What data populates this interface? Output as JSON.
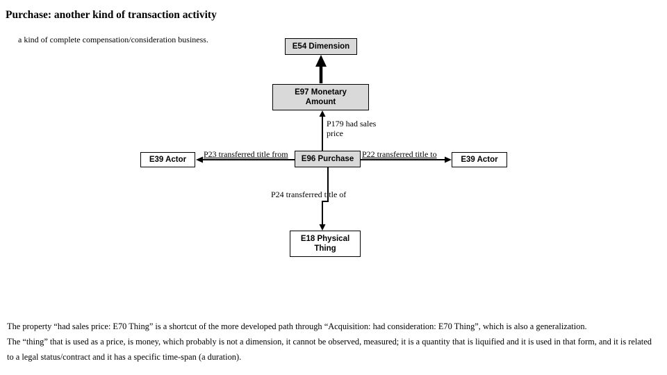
{
  "title": "Purchase: another kind of transaction activity",
  "subtitle": "a kind of complete compensation/consideration business.",
  "colors": {
    "node_fill_gray": "#d9d9d9",
    "node_fill_white": "#ffffff",
    "node_stroke": "#000000",
    "arrow_color": "#000000"
  },
  "diagram": {
    "nodes": {
      "e54": {
        "label": "E54 Dimension"
      },
      "e97": {
        "label": "E97 Monetary\nAmount"
      },
      "e96": {
        "label": "E96 Purchase"
      },
      "e39_left": {
        "label": "E39 Actor"
      },
      "e39_right": {
        "label": "E39 Actor"
      },
      "e18": {
        "label": "E18 Physical\nThing"
      }
    },
    "edges": {
      "isa_e97_e54": {
        "label": ""
      },
      "p179": {
        "label": "P179 had sales\nprice"
      },
      "p23": {
        "label": "P23 transferred title from"
      },
      "p22": {
        "label": "P22 transferred title to"
      },
      "p24": {
        "label": "P24 transferred title of"
      }
    }
  },
  "notes": {
    "line1": "The property “had sales price: E70 Thing” is a shortcut of the more developed path through “Acquisition: had consideration: E70 Thing”, which is also a generalization.",
    "line2": "The “thing” that is used as a price, is money, which probably is not a dimension, it cannot be observed, measured; it is a quantity that is liquified and it is used in that form, and it is related",
    "line3": "to a legal status/contract and it has a specific time-span (a duration)."
  }
}
